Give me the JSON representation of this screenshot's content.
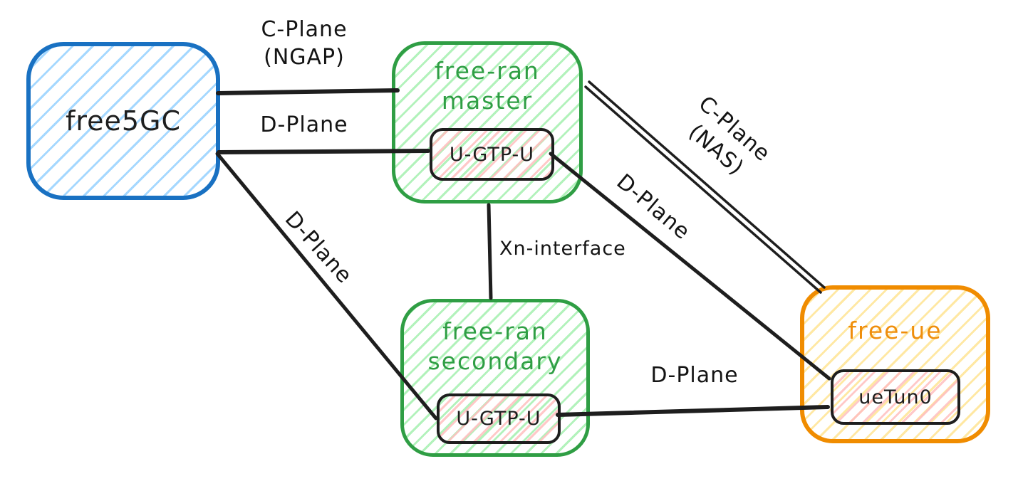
{
  "title": "free5GC / free-ran / free-ue network architecture diagram",
  "colors": {
    "core_stroke": "#1971c2",
    "core_fill": "#a5d8ff",
    "ran_stroke": "#2f9e44",
    "ran_fill": "#b2f2bb",
    "ue_stroke": "#f08c00",
    "ue_fill": "#ffec99",
    "port_stroke": "#1e1e1e",
    "port_fill": "#ffc9c9",
    "edge_color": "#1e1e1e",
    "background": "#ffffff"
  },
  "nodes": {
    "free5gc": {
      "label": "free5GC"
    },
    "ran_master": {
      "line1": "free-ran",
      "line2": "master",
      "port_label": "U-GTP-U"
    },
    "ran_secondary": {
      "line1": "free-ran",
      "line2": "secondary",
      "port_label": "U-GTP-U"
    },
    "free_ue": {
      "label": "free-ue",
      "port_label": "ueTun0"
    }
  },
  "edges": [
    {
      "id": "cplane-ngap",
      "from": "free5GC",
      "to": "free-ran master",
      "style": "single",
      "label_line1": "C-Plane",
      "label_line2": "(NGAP)"
    },
    {
      "id": "dplane-core-to-master-gtpu",
      "from": "free5GC",
      "to": "free-ran master U-GTP-U",
      "style": "single",
      "label": "D-Plane"
    },
    {
      "id": "dplane-core-to-secondary-gtpu",
      "from": "free5GC",
      "to": "free-ran secondary U-GTP-U",
      "style": "single",
      "label": "D-Plane"
    },
    {
      "id": "cplane-nas",
      "from": "free-ran master",
      "to": "free-ue",
      "style": "double",
      "label_line1": "C-Plane",
      "label_line2": "(NAS)"
    },
    {
      "id": "dplane-master-gtpu-to-uetun0",
      "from": "free-ran master U-GTP-U",
      "to": "free-ue ueTun0",
      "style": "single",
      "label": "D-Plane"
    },
    {
      "id": "xn-interface",
      "from": "free-ran master",
      "to": "free-ran secondary",
      "style": "single",
      "label": "Xn-interface"
    },
    {
      "id": "dplane-secondary-gtpu-to-uetun0",
      "from": "free-ran secondary U-GTP-U",
      "to": "free-ue ueTun0",
      "style": "single",
      "label": "D-Plane"
    }
  ]
}
